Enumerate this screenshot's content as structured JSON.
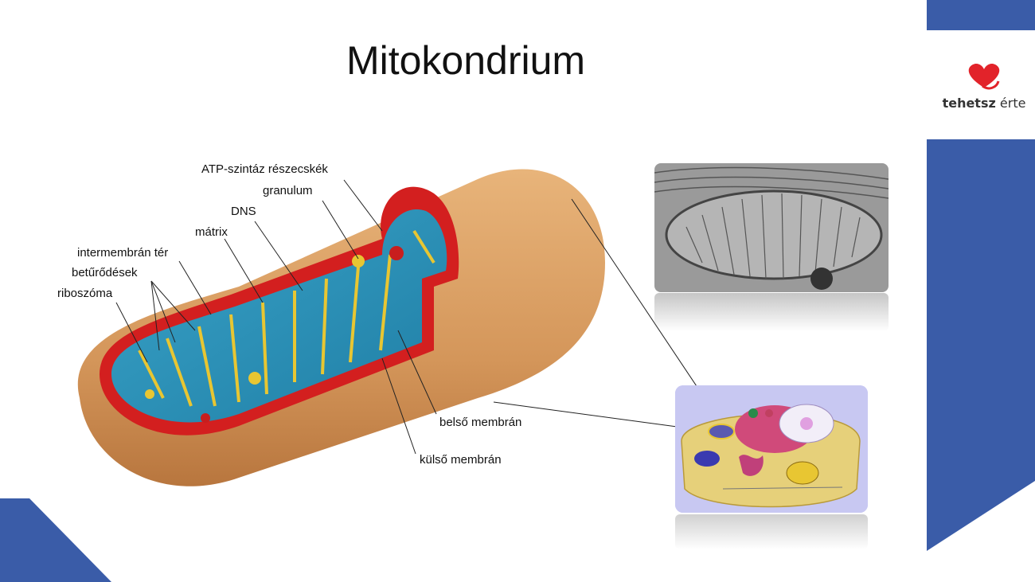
{
  "slide": {
    "title": "Mitokondrium"
  },
  "logo": {
    "text_bold": "tehetsz",
    "text_light": "érte"
  },
  "labels": {
    "atp": "ATP-szintáz részecskék",
    "granulum": "granulum",
    "dns": "DNS",
    "matrix": "mátrix",
    "intermembran": "intermembrán tér",
    "beturodesek": "betűrődések",
    "riboszoma": "riboszóma",
    "belso": "belső membrán",
    "kulso": "külső membrán"
  },
  "colors": {
    "accent_blue": "#3a5ca8",
    "outer_membrane": "#d8a067",
    "inner_red": "#d31f1f",
    "matrix_blue": "#2b8fb5",
    "crista_yellow": "#e8c632",
    "logo_red": "#e2232a"
  }
}
